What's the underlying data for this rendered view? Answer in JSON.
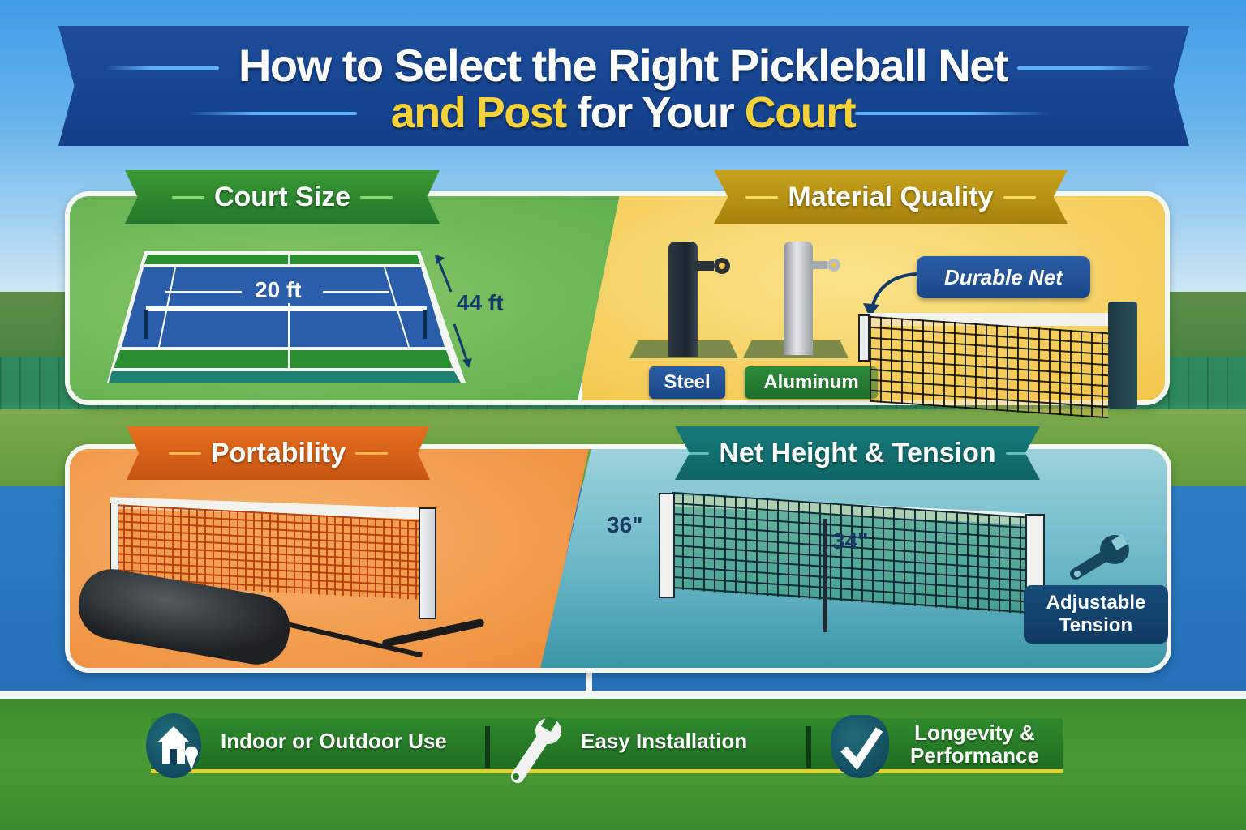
{
  "title": {
    "line1": "How to Select the Right Pickleball Net",
    "line2_part1": "and Post",
    "line2_part2": " for Your ",
    "line2_part3": "Court"
  },
  "sections": {
    "court_size": {
      "heading": "Court Size",
      "width_label": "20 ft",
      "length_label": "44 ft"
    },
    "material_quality": {
      "heading": "Material Quality",
      "post_labels": [
        "Steel",
        "Aluminum"
      ],
      "callout": "Durable Net"
    },
    "portability": {
      "heading": "Portability"
    },
    "net_height_tension": {
      "heading": "Net Height & Tension",
      "sideline_height": "36\"",
      "center_height": "34\"",
      "adjust_label_line1": "Adjustable",
      "adjust_label_line2": "Tension"
    }
  },
  "features": [
    {
      "icon": "house-location-icon",
      "label": "Indoor or Outdoor Use"
    },
    {
      "icon": "wrench-icon",
      "label": "Easy Installation"
    },
    {
      "icon": "checkmark-shield-icon",
      "label_line1": "Longevity &",
      "label_line2": "Performance"
    }
  ],
  "colors": {
    "title_banner": "#1a4a96",
    "title_accent": "#f6d23a",
    "court_ribbon": "#2e8a30",
    "material_ribbon": "#b8920f",
    "portability_ribbon": "#d9621a",
    "net_ribbon": "#136e6e",
    "feature_bar": "#287c28"
  }
}
